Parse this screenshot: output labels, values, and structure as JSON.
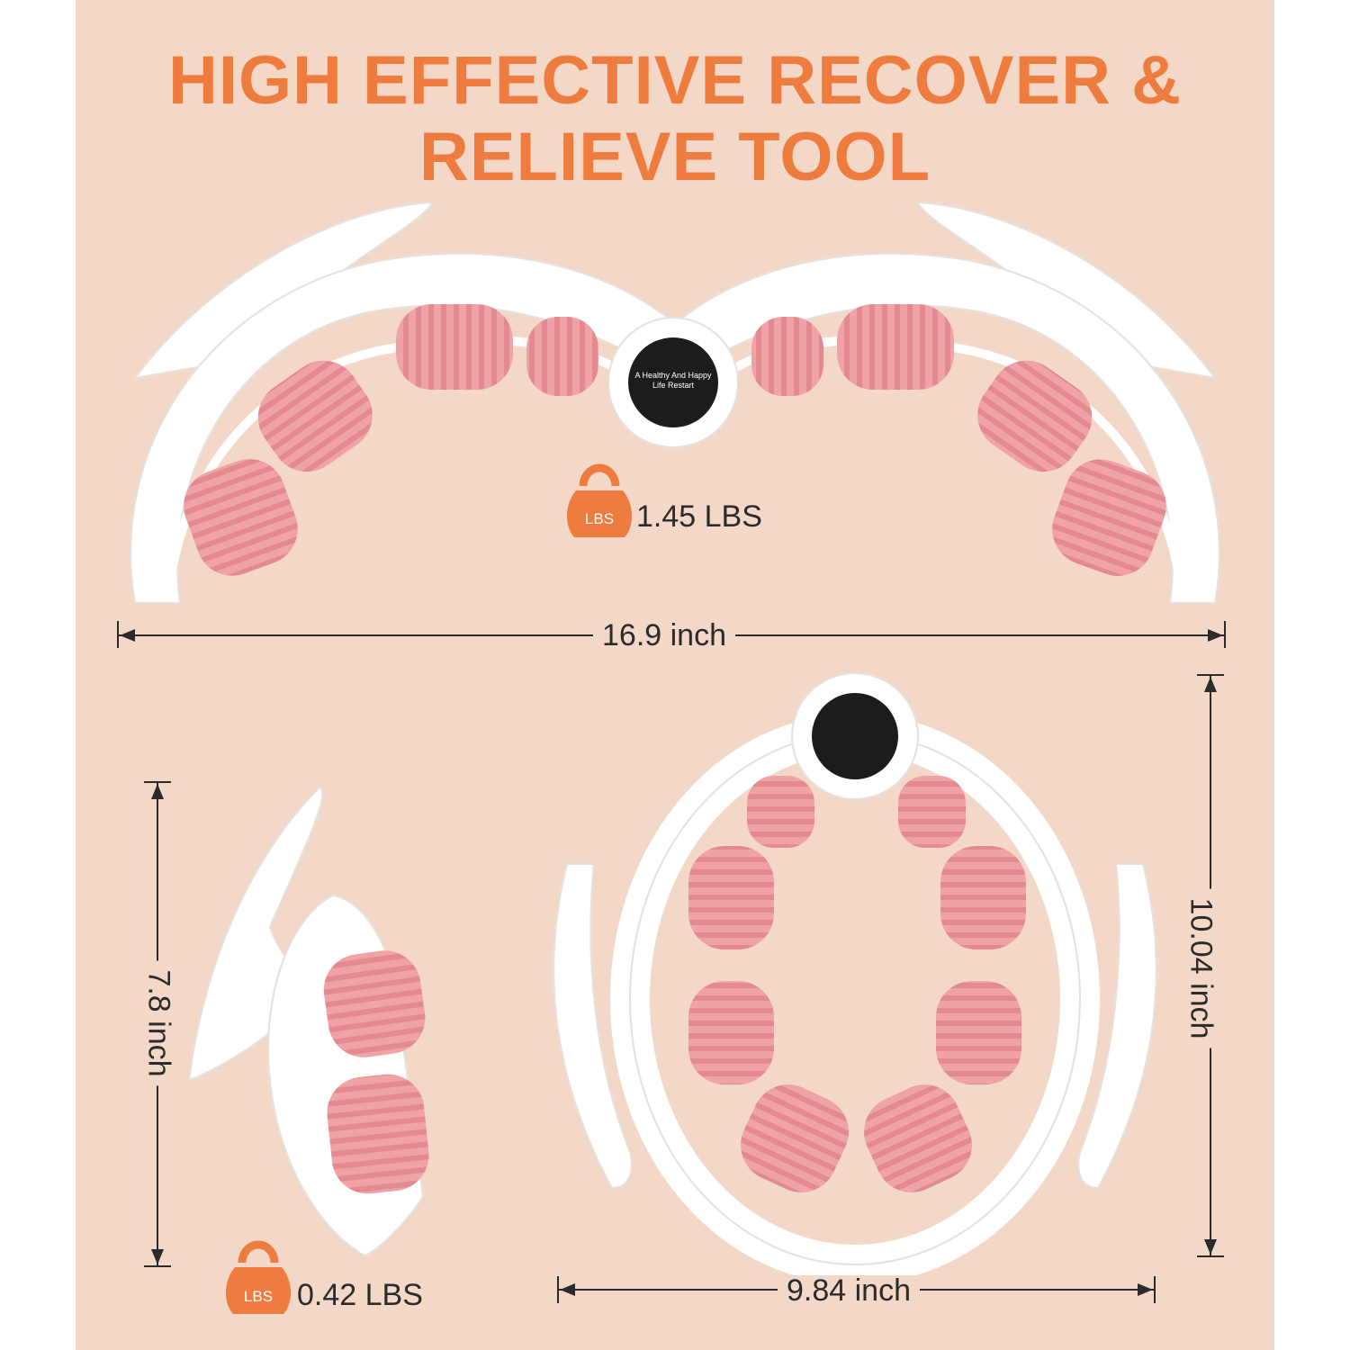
{
  "headline": {
    "line1": "HIGH EFFECTIVE RECOVER &",
    "line2": "RELIEVE TOOL"
  },
  "product_large": {
    "weight": "1.45 LBS",
    "width": "16.9 inch",
    "length": "10.04 inch",
    "width_folded": "9.84 inch",
    "badge_text": "A Healthy And Happy Life Restart"
  },
  "product_small": {
    "weight": "0.42 LBS",
    "height": "7.8 inch"
  },
  "icon": {
    "name": "kettlebell-icon",
    "label": "LBS"
  },
  "colors": {
    "accent": "#ef7c3f",
    "background": "#f3d8c8",
    "roller": "#f0a3a6",
    "frame": "#ffffff",
    "text": "#2b2b2b"
  }
}
